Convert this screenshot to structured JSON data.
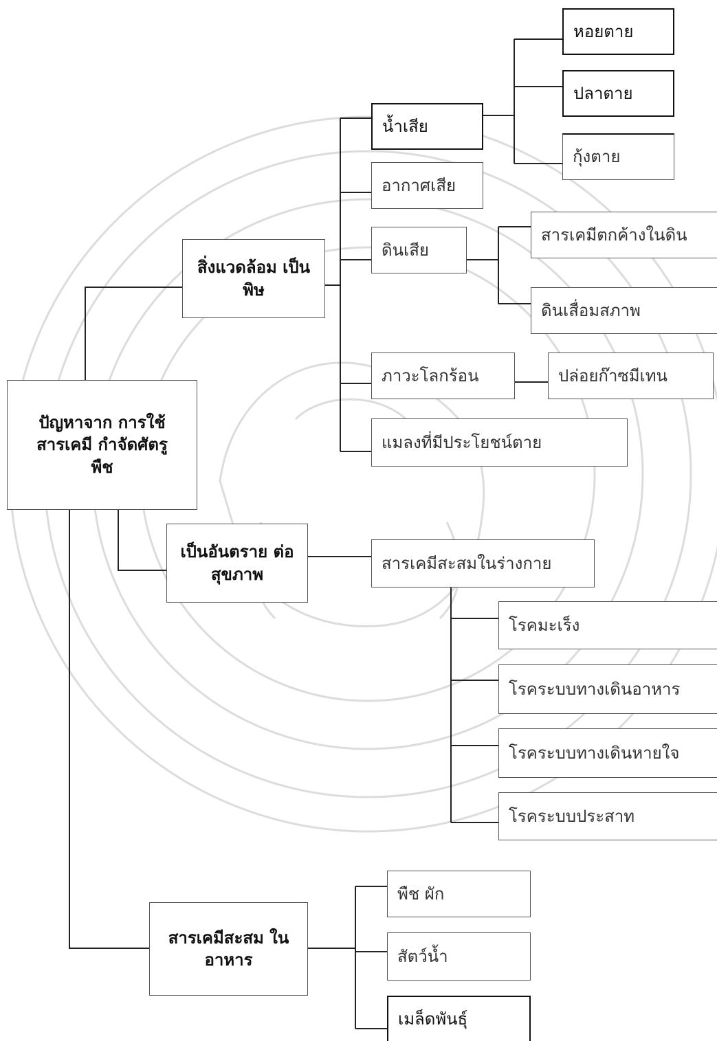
{
  "diagram": {
    "root": "ปัญหาจาก การใช้สารเคมี กำจัดศัตรูพืช",
    "environment": {
      "label": "สิ่งแวดล้อม เป็นพิษ",
      "water": {
        "label": "น้ำเสีย",
        "effects": [
          "หอยตาย",
          "ปลาตาย",
          "กุ้งตาย"
        ]
      },
      "air": "อากาศเสีย",
      "soil": {
        "label": "ดินเสีย",
        "effects": [
          "สารเคมีตกค้างในดิน",
          "ดินเสื่อมสภาพ"
        ]
      },
      "warming": {
        "label": "ภาวะโลกร้อน",
        "effect": "ปล่อยก๊าซมีเทน"
      },
      "insects": "แมลงที่มีประโยชน์ตาย"
    },
    "health": {
      "label": "เป็นอันตราย ต่อสุขภาพ",
      "accumulation": "สารเคมีสะสมในร่างกาย",
      "diseases": [
        "โรคมะเร็ง",
        "โรคระบบทางเดินอาหาร",
        "โรคระบบทางเดินหายใจ",
        "โรคระบบประสาท"
      ]
    },
    "food": {
      "label": "สารเคมีสะสม ในอาหาร",
      "items": [
        "พืช ผัก",
        "สัตว์น้ำ",
        "เมล็ดพันธุ์"
      ]
    }
  },
  "colors": {
    "line": "#222222",
    "box_border": "#555555",
    "watermark": "#d9d9d9"
  }
}
